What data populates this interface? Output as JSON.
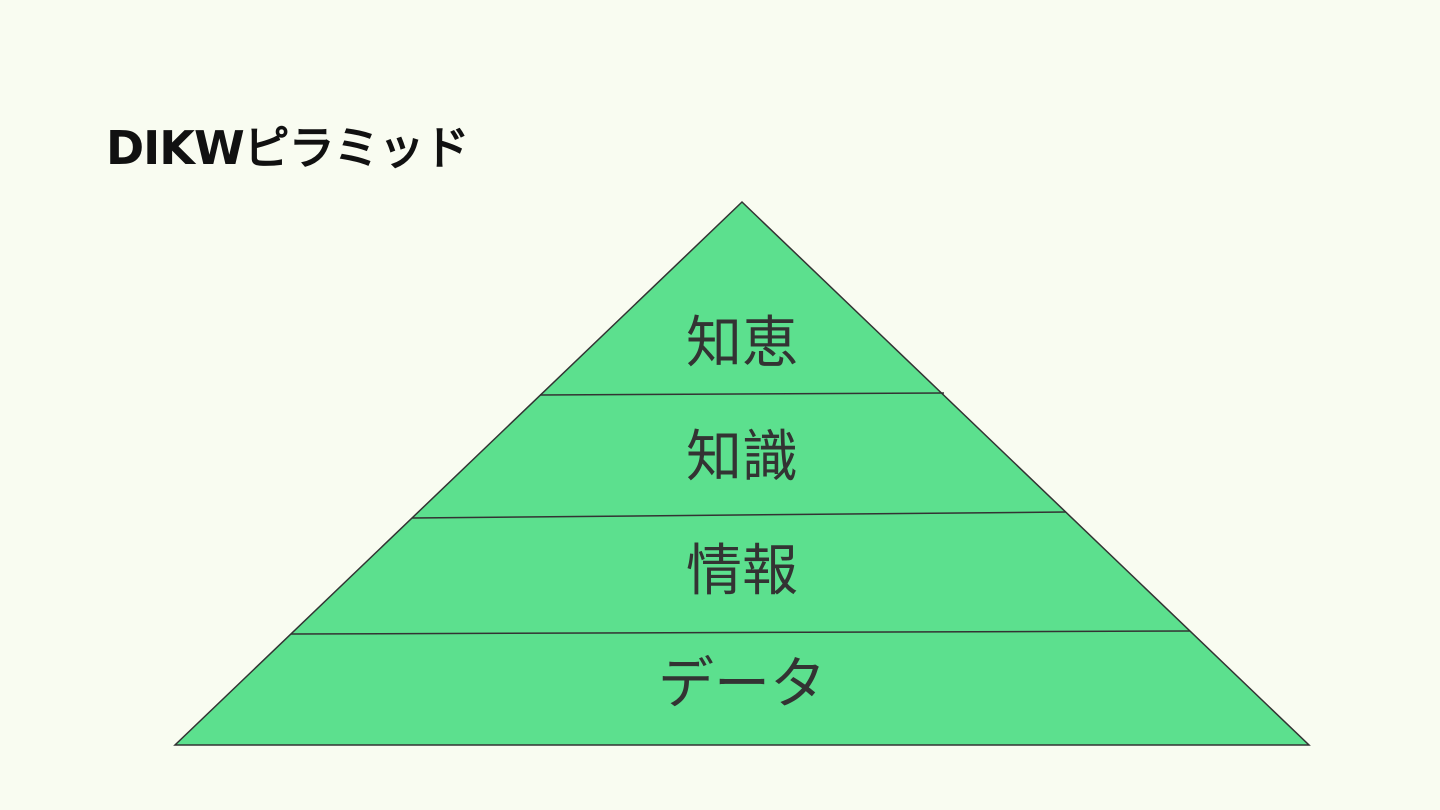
{
  "title": "DIKWピラミッド",
  "diagram": {
    "type": "pyramid",
    "tiers_top_to_bottom": [
      {
        "label": "知恵"
      },
      {
        "label": "知識"
      },
      {
        "label": "情報"
      },
      {
        "label": "データ"
      }
    ]
  },
  "colors": {
    "background": "#f9fcf1",
    "pyramid_fill": "#5ce08e",
    "outline": "#333333",
    "title_text": "#111111",
    "label_text": "#333333"
  }
}
